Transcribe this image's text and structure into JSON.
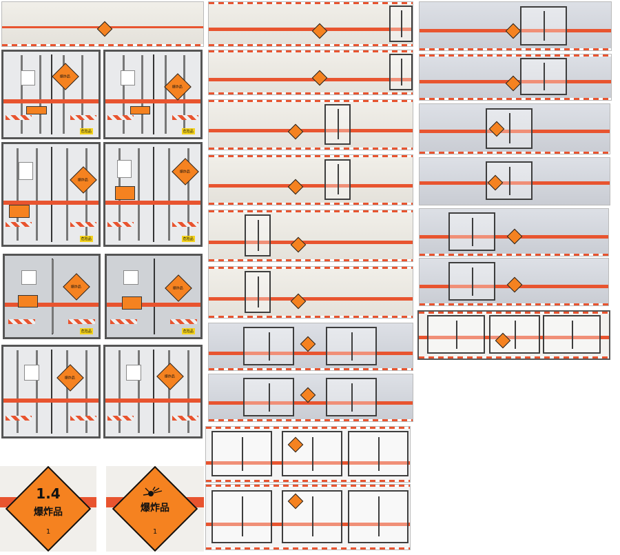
{
  "labels": {
    "hazard_class": "爆炸品",
    "dangerous_goods_tag": "危险品",
    "division_1_4": "1.4",
    "division_number": "1"
  },
  "colors": {
    "hazard_orange": "#f58220",
    "stripe_red": "#e8542f"
  },
  "icons": [
    "explosion-icon",
    "hazard-diamond-icon"
  ]
}
